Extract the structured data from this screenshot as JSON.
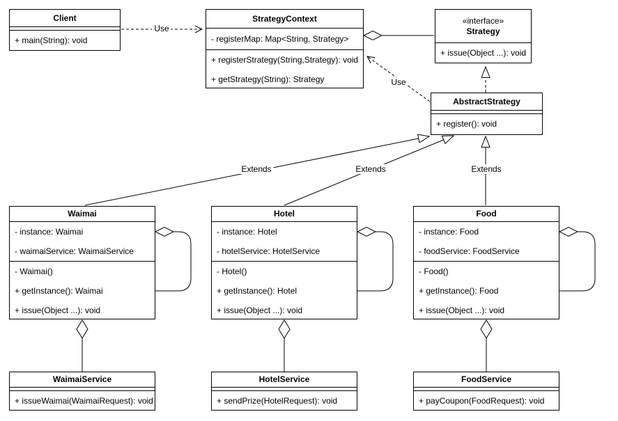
{
  "canvas": {
    "background": "#ffffff",
    "line_color": "#000000"
  },
  "classes": {
    "client": {
      "name": "Client",
      "methods": [
        "+ main(String): void"
      ]
    },
    "strategy_context": {
      "name": "StrategyContext",
      "attributes": [
        "- registerMap: Map<String, Strategy>"
      ],
      "methods": [
        "+ registerStrategy(String,Strategy): void",
        "+ getStrategy(String): Strategy"
      ]
    },
    "strategy": {
      "stereotype": "«interface»",
      "name": "Strategy",
      "methods": [
        "+ issue(Object ...): void"
      ]
    },
    "abstract_strategy": {
      "name": "AbstractStrategy",
      "methods": [
        "+ register(): void"
      ]
    },
    "waimai": {
      "name": "Waimai",
      "attributes": [
        "- instance: Waimai",
        "- waimaiService: WaimaiService"
      ],
      "methods": [
        "- Waimai()",
        "+ getInstance(): Waimai",
        "+ issue(Object ...): void"
      ]
    },
    "hotel": {
      "name": "Hotel",
      "attributes": [
        "- instance: Hotel",
        "- hotelService: HotelService"
      ],
      "methods": [
        "- Hotel()",
        "+ getInstance(): Hotel",
        "+ issue(Object ...): void"
      ]
    },
    "food": {
      "name": "Food",
      "attributes": [
        "- instance: Food",
        "- foodService: FoodService"
      ],
      "methods": [
        "- Food()",
        "+ getInstance(): Food",
        "+ issue(Object ...): void"
      ]
    },
    "waimai_service": {
      "name": "WaimaiService",
      "methods": [
        "+ issueWaimai(WaimaiRequest): void"
      ]
    },
    "hotel_service": {
      "name": "HotelService",
      "methods": [
        "+ sendPrize(HotelRequest): void"
      ]
    },
    "food_service": {
      "name": "FoodService",
      "methods": [
        "+ payCoupon(FoodRequest): void"
      ]
    }
  },
  "edge_labels": {
    "client_use": "Use",
    "abstract_use": "Use",
    "extends_waimai": "Extends",
    "extends_hotel": "Extends",
    "extends_food": "Extends"
  }
}
